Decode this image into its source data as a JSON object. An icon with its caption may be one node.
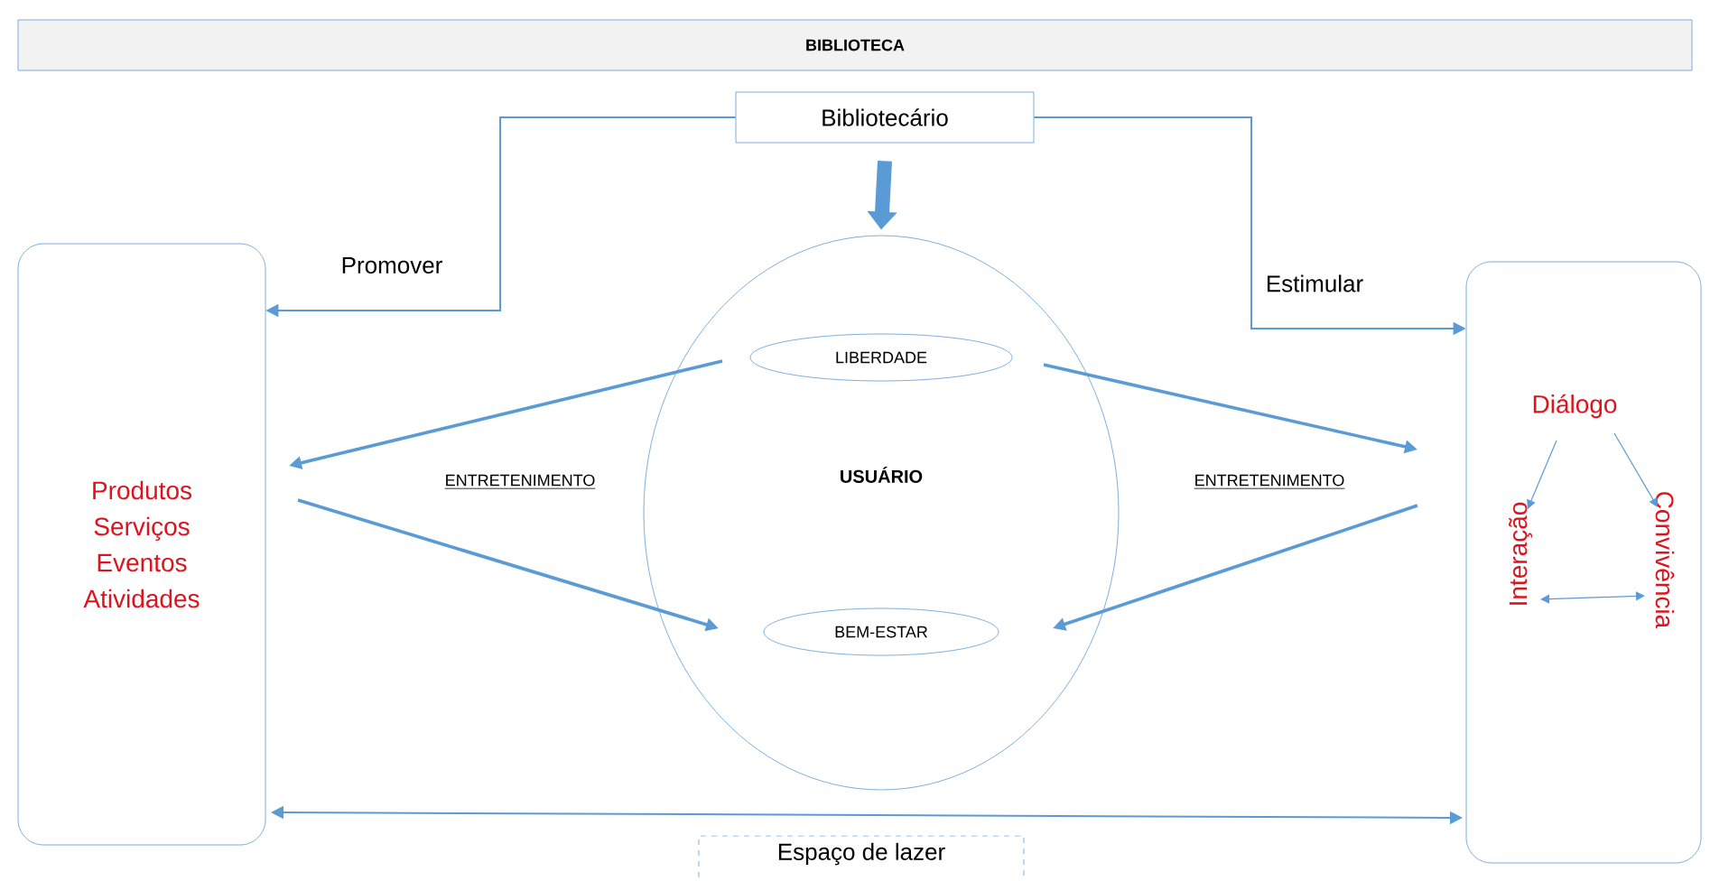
{
  "diagram": {
    "nodes": [
      {
        "text": [
          "BIBLIOTECA"
        ]
      },
      {
        "text": [
          "Bibliotecário"
        ]
      },
      {
        "text": [
          "Produtos",
          "Serviços",
          "Eventos",
          "Atividades"
        ]
      },
      {
        "text": [
          "USUÁRIO"
        ]
      },
      {
        "text": [
          "LIBERDADE"
        ],
        "in": 3
      },
      {
        "text": [
          "BEM-ESTAR"
        ],
        "in": 3
      },
      {
        "text": [],
        "shape": "box"
      },
      {
        "text": [
          "Diálogo"
        ],
        "in": 6
      },
      {
        "text": [
          "Interação"
        ],
        "in": 6
      },
      {
        "text": [
          "Convivência"
        ],
        "in": 6
      },
      {
        "text": [
          "Espaço de lazer"
        ]
      }
    ],
    "edges": [
      {
        "from": 1,
        "to": 2,
        "arrow": "to",
        "label": "Promover"
      },
      {
        "from": 1,
        "to": 6,
        "arrow": "to",
        "label": "Estimular"
      },
      {
        "from": 1,
        "to": 3,
        "arrow": "to",
        "style": "thick"
      },
      {
        "from": 4,
        "to": 2,
        "arrow": "to"
      },
      {
        "from": 2,
        "to": 5,
        "arrow": "to"
      },
      {
        "from": 4,
        "to": 6,
        "arrow": "to"
      },
      {
        "from": 6,
        "to": 5,
        "arrow": "to"
      },
      {
        "from": 7,
        "to": 8,
        "arrow": "to"
      },
      {
        "from": 7,
        "to": 9,
        "arrow": "to"
      },
      {
        "from": 8,
        "to": 9,
        "arrow": "both"
      },
      {
        "from": 2,
        "to": 6,
        "arrow": "both"
      }
    ],
    "labels": [
      "ENTRETENIMENTO",
      "ENTRETENIMENTO"
    ]
  }
}
